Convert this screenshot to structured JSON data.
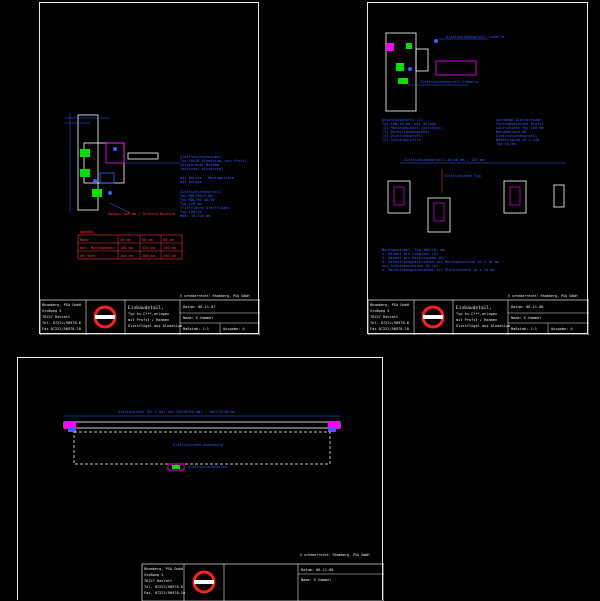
{
  "copyright": "© urheberrecht: Rhomberg, PSA GmbH",
  "company": {
    "name": "Rhomberg, PSA GmbH",
    "street": "Stoßweg 5",
    "city": "76227 Rastatt",
    "tel": "Tel. 07222/98978-0",
    "fax": "Fax 07222/98978-10"
  },
  "sheets": [
    {
      "title_lines": [
        "Einbaudetail,",
        "Typ ks-C***,anlagen",
        "mit Profil / Rahmen",
        "Gleitflügel aus Aluminium"
      ],
      "datum": "Datum: 06-11-07",
      "name": "Name: E.Hammel",
      "massstab": "Maßstab: 1:1",
      "ausgabe": "Ausgabe: A",
      "notes_blue": [
        "Gleitschienenwinkel",
        "Typ 10x10 Aluminium, mit Profil",
        "Verschraubt M4x8mm",
        "(optional einsetzen)",
        "",
        "mit Bürste - Montagelinie",
        "mit Anlage",
        "",
        "Gleitschienenprofil",
        "Typ MDL/90/9 mm",
        "Typ MDL/90 40/40",
        "Typ 120 mm",
        "Trittfläche Gleitflügel",
        "Typ 120/10",
        "Maß: 10-120 mm"
      ],
      "dim_red": "Rohbau 100 mm / Öffnung Bereich",
      "table_title": "Abmaße",
      "table_rows": [
        [
          "Maße",
          "40 mm",
          "60 mm",
          "80 mm"
        ],
        [
          "max. Montagehöhe",
          "100 mm",
          "120 mm",
          "140 mm"
        ],
        [
          "AK Höhe",
          "160 mm",
          "180 mm",
          "200 mm"
        ]
      ]
    },
    {
      "title_lines": [
        "Einbaudetail,",
        "Typ ks-C***,anlagen",
        "mit Profil / Rahmen",
        "Gleitflügel aus Aluminium"
      ],
      "datum": "Datum: 06-11-08",
      "name": "Name: E.Hammel",
      "massstab": "Maßstab: 1:1",
      "ausgabe": "Ausgabe: A",
      "label_top": "Gleitschienenprofil Lamelle",
      "label_mid": "Gleitschienenprofil Lamelle",
      "notes_left": [
        "Anschlussprofil (1)",
        "Typ 100/10 mm, mit Anlage",
        "(2) Montagewinkel (optional)",
        "(3) Befestigungswinkel",
        "(4) Dichtungsprofil",
        "(5) Schraubprofile"
      ],
      "notes_right": [
        "Aufnahme Gleitschiene",
        "Führungsschiene Profil",
        "Laufschiene Typ 100 mm",
        "Wandabstand 40",
        "Gleitschienenprofil",
        "Befestigung 10 x 120",
        "Typ 10 mm"
      ],
      "dim_top": "Gleitschienenprofil 40/40 mm / 120 mm",
      "label_section": "Gleitschienen-Typ",
      "notes_bottom": [
        "Montagewinkel, Typ 100/10, mm",
        "1. Winkel mit Langloch (A)",
        "2. Winkel mit Befestigung (B)",
        "3. Befestigungsschrauben zur Montageschiene 10 x 10 mm",
        "   zur Aufnahmeschiene 10 (A)",
        "4. Befestigungsschrauben zur Gleitschiene 10 x 10 mm"
      ]
    },
    {
      "title_lines": [
        "Rhomberg, PSA GmbH",
        "Stoßweg 5",
        "76227 Rastatt",
        "Tel. 07222/98978-0",
        "Fax. 07222/98978-10"
      ],
      "datum": "Datum: 06-11-08",
      "name": "Name: E.Hammel",
      "dim_top": "Gleitschiene (Bl-C mit Gal 40/40/60 mm) - 100/75/40 mm",
      "label_center": "Gleitschienen-Abdeckung",
      "label_bottom": "Gleitschienenmitte"
    }
  ],
  "colors": {
    "frame": "#e6e6e6",
    "blue": "#3a5dff",
    "red": "#ff3030",
    "green": "#00e000",
    "magenta": "#ff00ff",
    "logo_red": "#ff2020"
  }
}
